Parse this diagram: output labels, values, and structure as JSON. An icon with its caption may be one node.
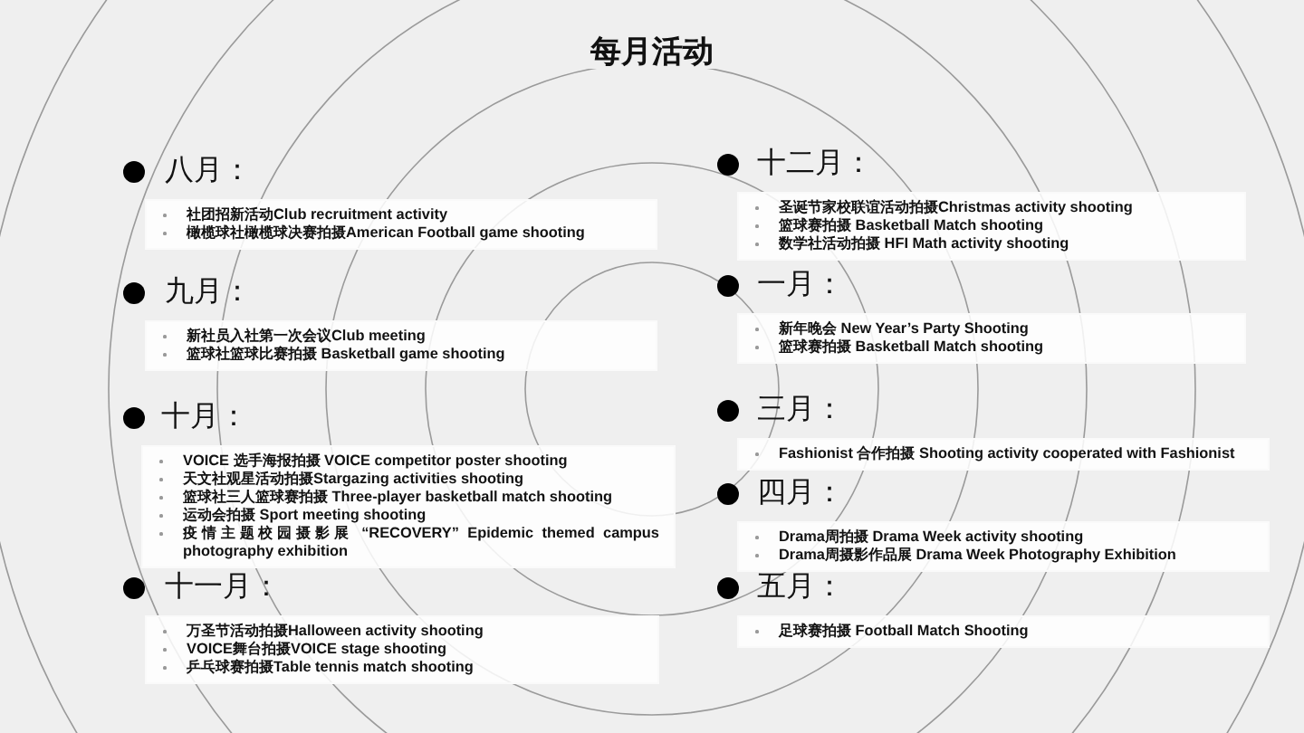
{
  "diagram": {
    "title": "每月活动",
    "nodes": [
      {
        "text": [
          "八月：",
          "社团招新活动Club recruitment activity",
          "橄榄球社橄榄球决赛拍摄American Football game shooting"
        ]
      },
      {
        "text": [
          "九月：",
          "新社员入社第一次会议Club meeting",
          "篮球社篮球比赛拍摄 Basketball game shooting"
        ]
      },
      {
        "text": [
          "十月：",
          "VOICE 选手海报拍摄 VOICE competitor poster shooting",
          "天文社观星活动拍摄Stargazing activities shooting",
          "篮球社三人篮球赛拍摄 Three-player basketball match shooting",
          "运动会拍摄 Sport meeting shooting",
          "疫情主题校园摄影展 “RECOVERY” Epidemic themed campus photography exhibition"
        ]
      },
      {
        "text": [
          "十一月：",
          "万圣节活动拍摄Halloween activity shooting",
          "VOICE舞台拍摄VOICE stage shooting",
          "乒乓球赛拍摄Table tennis match shooting"
        ]
      },
      {
        "text": [
          "十二月：",
          "圣诞节家校联谊活动拍摄Christmas activity shooting",
          "篮球赛拍摄 Basketball Match shooting",
          "数学社活动拍摄 HFI Math activity shooting"
        ]
      },
      {
        "text": [
          "一月：",
          "新年晚会 New Year’s Party Shooting",
          "篮球赛拍摄 Basketball Match shooting"
        ]
      },
      {
        "text": [
          "三月：",
          "Fashionist 合作拍摄 Shooting activity cooperated with Fashionist"
        ]
      },
      {
        "text": [
          "四月：",
          "Drama周拍摄 Drama Week activity shooting",
          "Drama周摄影作品展 Drama Week Photography Exhibition"
        ]
      },
      {
        "text": [
          "五月：",
          "足球赛拍摄 Football Match Shooting"
        ]
      }
    ]
  }
}
